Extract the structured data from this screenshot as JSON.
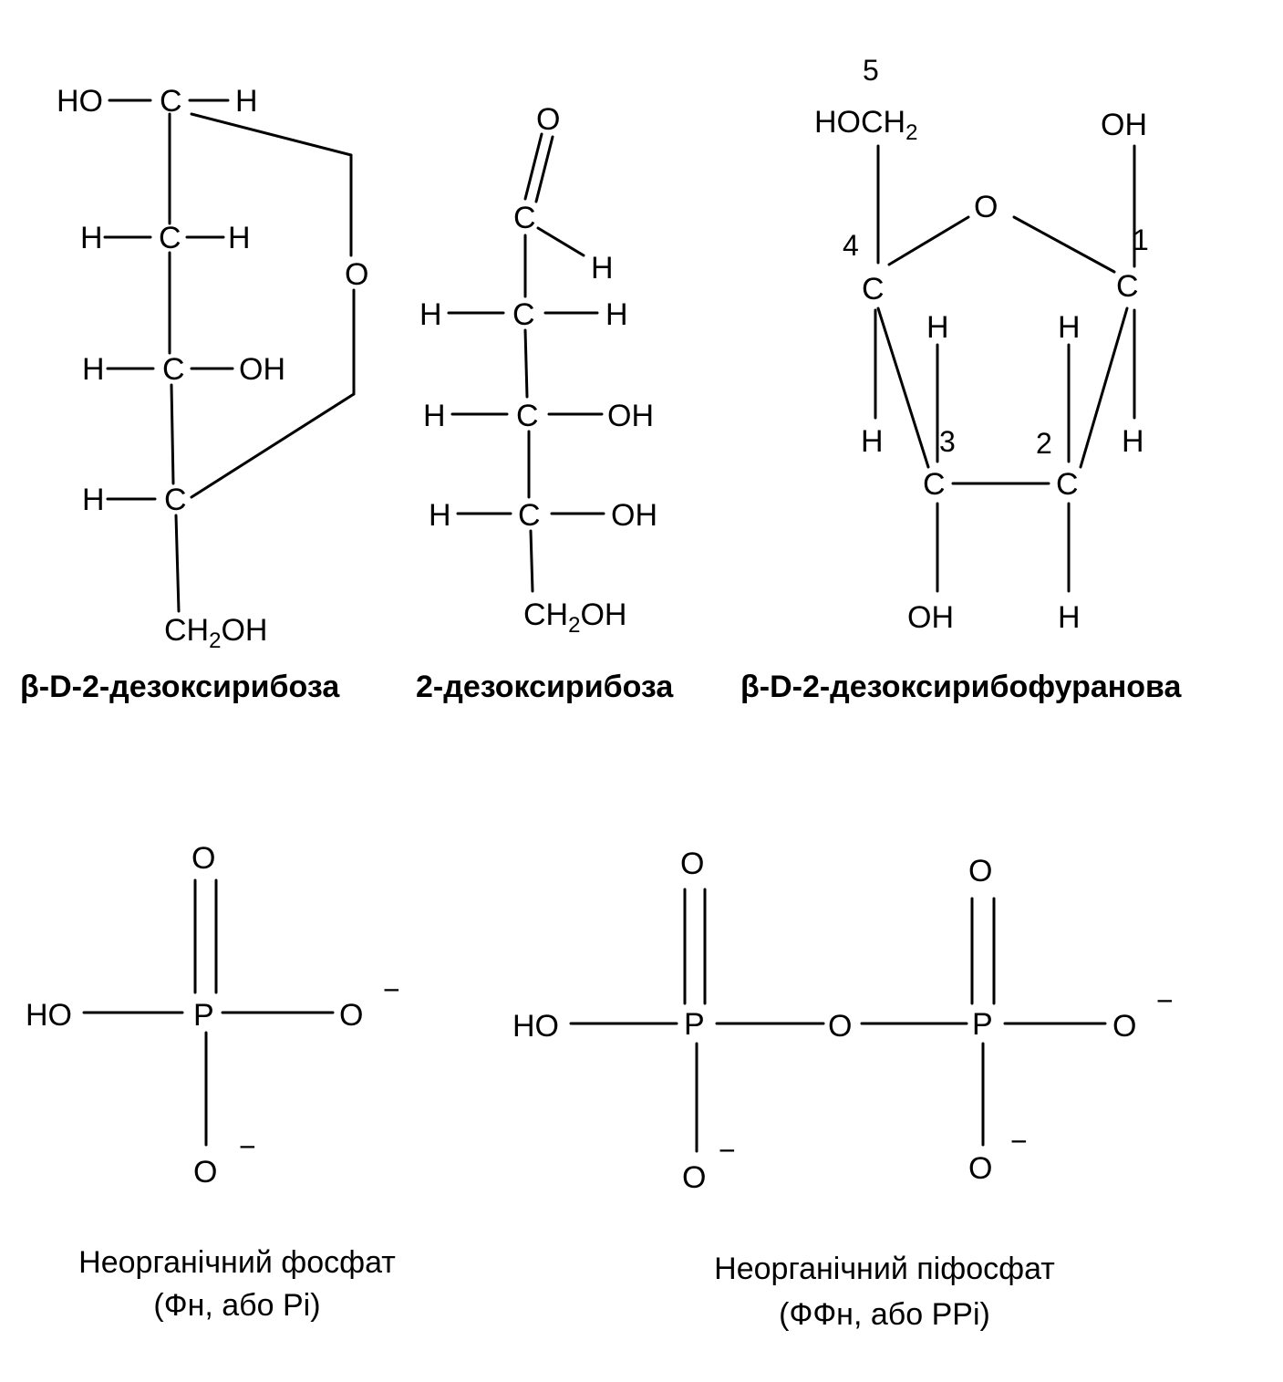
{
  "structures": {
    "pyranose": {
      "caption": "β-D-2-дезоксирибоза",
      "atoms": {
        "c1_ho": "HO",
        "c1": "C",
        "c1_h": "H",
        "c2_hl": "H",
        "c2": "C",
        "c2_hr": "H",
        "c3_h": "H",
        "c3": "C",
        "c3_oh": "OH",
        "c4_h": "H",
        "c4": "C",
        "ring_o": "O",
        "ch2oh_ch": "CH",
        "ch2oh_sub": "2",
        "ch2oh_oh": "OH"
      }
    },
    "open_chain": {
      "caption": "2-дезоксирибоза",
      "atoms": {
        "o_top": "O",
        "c1": "C",
        "c1_h": "H",
        "c2_hl": "H",
        "c2": "C",
        "c2_hr": "H",
        "c3_h": "H",
        "c3": "C",
        "c3_oh": "OH",
        "c4_h": "H",
        "c4": "C",
        "c4_oh": "OH",
        "ch2oh_ch": "CH",
        "ch2oh_sub": "2",
        "ch2oh_oh": "OH"
      }
    },
    "furanose": {
      "caption": "β-D-2-дезоксирибофуранова",
      "numbers": {
        "n1": "1",
        "n2": "2",
        "n3": "3",
        "n4": "4",
        "n5": "5"
      },
      "atoms": {
        "hoch2_main": "HOCH",
        "hoch2_sub": "2",
        "oh_top": "OH",
        "ring_o": "O",
        "c4": "C",
        "c1": "C",
        "c3": "C",
        "c2": "C",
        "h_c4": "H",
        "h_c1": "H",
        "h_c3_up": "H",
        "h_c2_up": "H",
        "oh_c3": "OH",
        "h_c2_down": "H"
      }
    },
    "phosphate": {
      "caption_line1": "Неорганічний фосфат",
      "caption_line2": "(Фн, або Pi)",
      "atoms": {
        "ho": "HO",
        "p": "P",
        "o_top": "O",
        "o_right": "O",
        "o_bottom": "O",
        "minus_right": "−",
        "minus_bottom": "−"
      }
    },
    "pyrophosphate": {
      "caption_line1": "Неорганічний піфосфат",
      "caption_line2": "(ФФн, або PPi)",
      "atoms": {
        "ho": "HO",
        "p1": "P",
        "o_bridge": "O",
        "p2": "P",
        "o_right": "O",
        "o_top1": "O",
        "o_top2": "O",
        "o_bottom1": "O",
        "o_bottom2": "O",
        "minus_right": "−",
        "minus_bottom1": "−",
        "minus_bottom2": "−"
      }
    }
  }
}
